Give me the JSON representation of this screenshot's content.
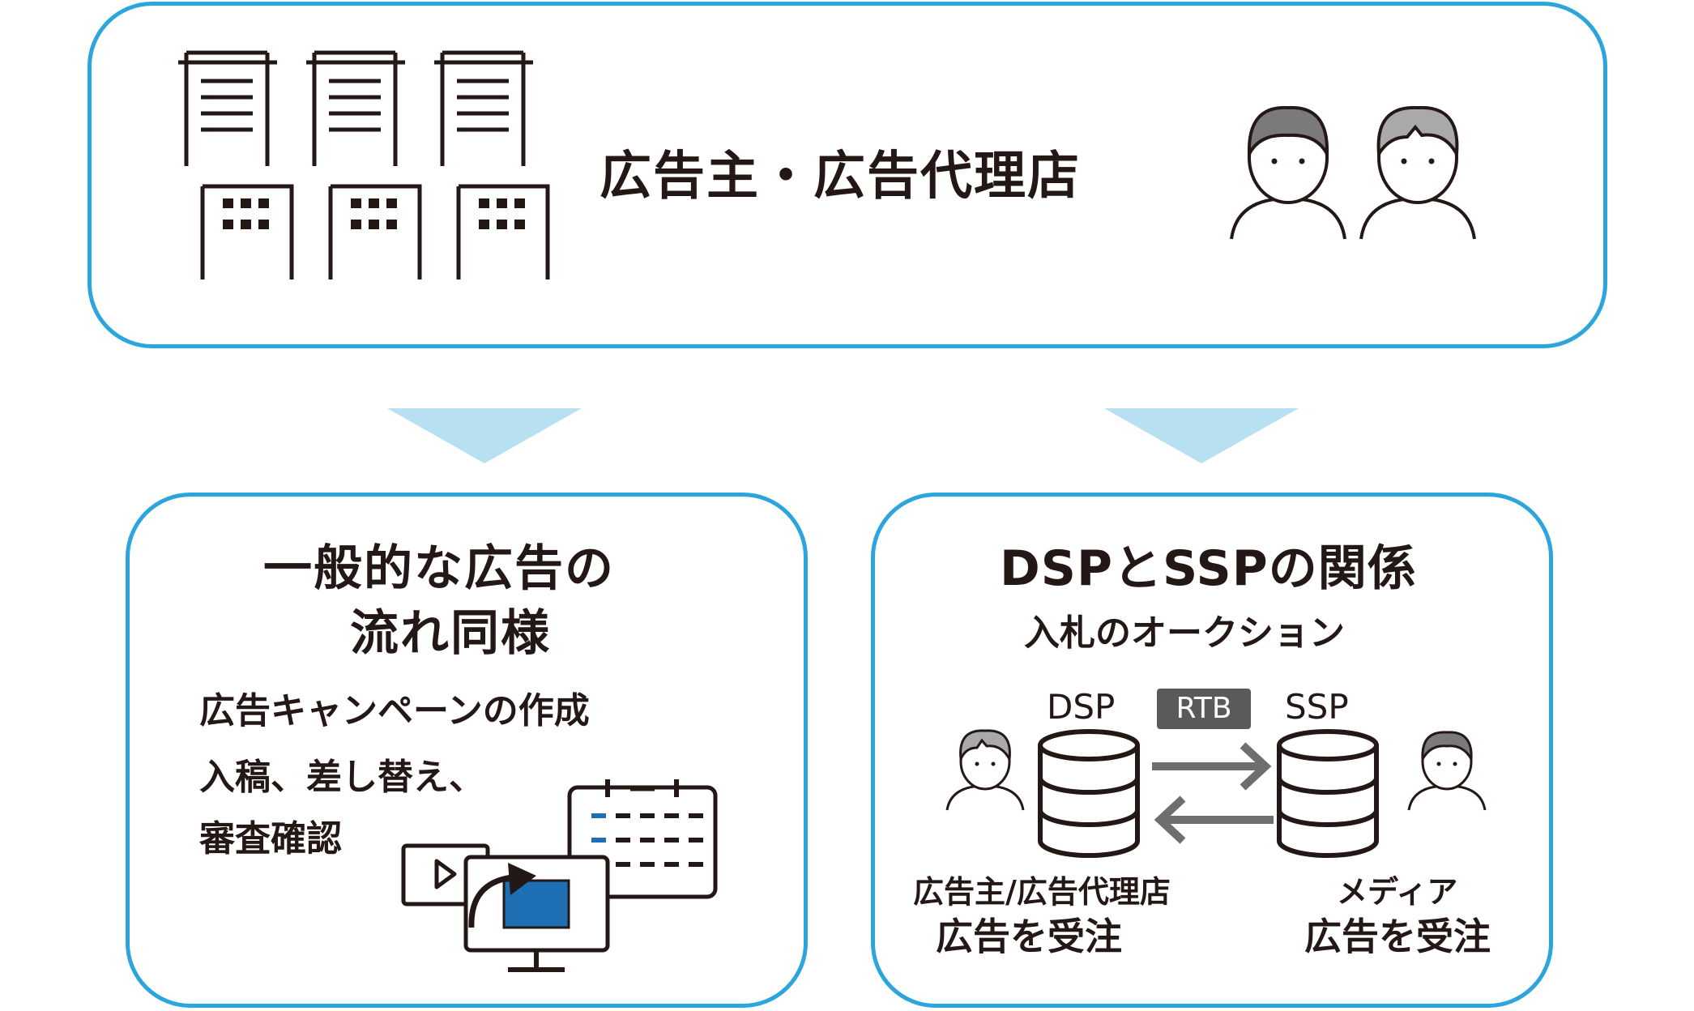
{
  "top": {
    "title": "広告主・広告代理店"
  },
  "left": {
    "title_line1": "一般的な広告の",
    "title_line2": "流れ同様",
    "items": [
      "広告キャンペーンの作成",
      "入稿、差し替え、",
      "審査確認"
    ]
  },
  "right": {
    "title": "DSPとSSPの関係",
    "subtitle": "入札のオークション",
    "dsp_label": "DSP",
    "rtb_label": "RTB",
    "ssp_label": "SSP",
    "left_role": "広告主/広告代理店",
    "left_action": "広告を受注",
    "right_role": "メディア",
    "right_action": "広告を受注"
  },
  "colors": {
    "panel_border": "#2ba5dc",
    "down_arrow": "#b7e0f1",
    "screen_fill": "#1e6fb3",
    "calendar_dash": "#1e6fb3",
    "rtb_badge": "#5a5a5a",
    "exchange_arrow": "#6e6e6e",
    "hair_dark": "#7a7a7a",
    "hair_gray": "#a9a9a9"
  },
  "icons": [
    "building-icon",
    "person-icon",
    "calendar-icon",
    "monitor-icon",
    "video-window-icon",
    "database-icon"
  ]
}
